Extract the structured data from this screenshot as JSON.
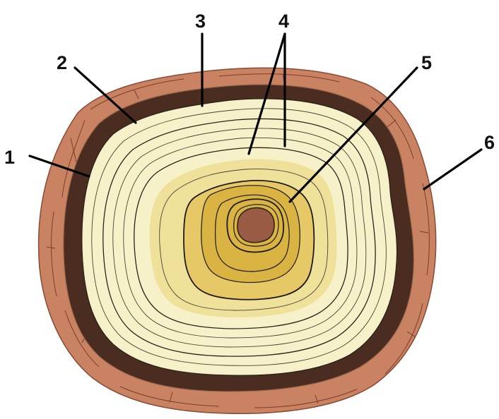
{
  "diagram": {
    "callouts": [
      {
        "id": "1",
        "label": "1"
      },
      {
        "id": "2",
        "label": "2"
      },
      {
        "id": "3",
        "label": "3"
      },
      {
        "id": "4",
        "label": "4"
      },
      {
        "id": "5",
        "label": "5"
      },
      {
        "id": "6",
        "label": "6"
      }
    ],
    "colors": {
      "outer_bark": "#c98262",
      "outer_bark_dark": "#8a4a33",
      "inner_bark": "#4b2c21",
      "cambium_edge": "#9b6a4c",
      "sapwood": "#f6f1c8",
      "heartwood_light": "#efe09a",
      "heartwood": "#e6c966",
      "heartwood_deep": "#d9b443",
      "pith": "#9a5b45",
      "ring_line": "#2b2419",
      "background": "#ffffff"
    }
  }
}
